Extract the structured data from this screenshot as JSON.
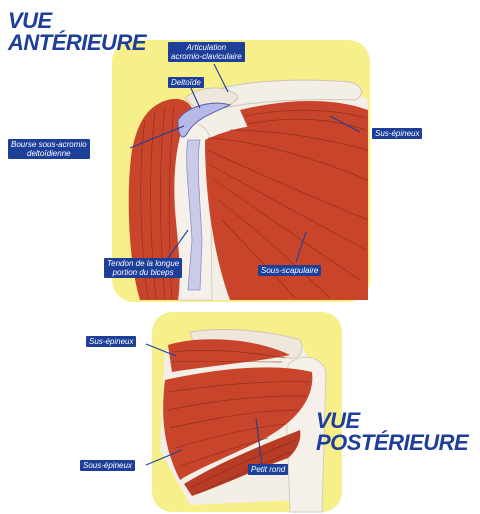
{
  "anterior_view": {
    "title_line1": "VUE",
    "title_line2": "ANTÉRIEURE",
    "labels": {
      "articulation": [
        "Articulation",
        "acromio-claviculaire"
      ],
      "deltoide": [
        "Deltoïde"
      ],
      "bourse": [
        "Bourse sous-acromio",
        "deltoïdienne"
      ],
      "sus_epineux": [
        "Sus-épineux"
      ],
      "tendon": [
        "Tendon de la longue",
        "portion du biceps"
      ],
      "sous_scapulaire": [
        "Sous-scapulaire"
      ]
    }
  },
  "posterior_view": {
    "title_line1": "VUE",
    "title_line2": "POSTÉRIEURE",
    "labels": {
      "sus_epineux": [
        "Sus-épineux"
      ],
      "sous_epineux": [
        "Sous-épineux"
      ],
      "petit_rond": [
        "Petit rond"
      ]
    }
  },
  "colors": {
    "title_blue": "#1d3f9a",
    "panel_yellow": "#f7ef8a",
    "muscle_red": "#c8452b",
    "bone": "#f3eee6",
    "bursa": "#b7b9e6"
  }
}
